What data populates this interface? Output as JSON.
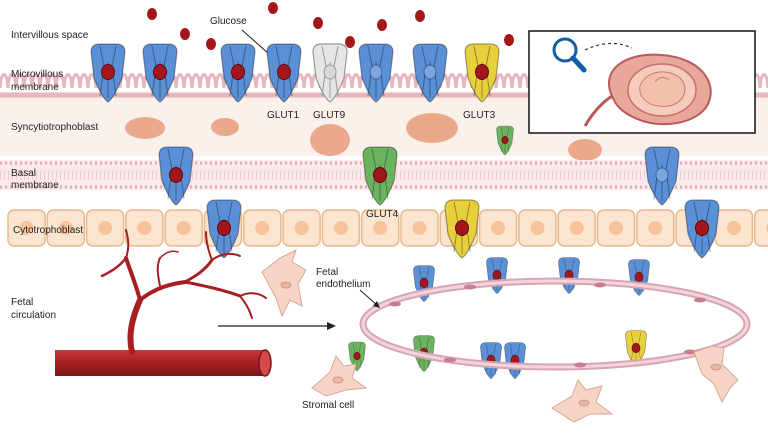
{
  "labels": {
    "intervillous_space": "Intervillous space",
    "microvillous_membrane_1": "Microvillous",
    "microvillous_membrane_2": "membrane",
    "syncytiotrophoblast": "Syncytiotrophoblast",
    "basal_membrane_1": "Basal",
    "basal_membrane_2": "membrane",
    "cytotrophoblast": "Cytotrophoblast",
    "fetal_circulation_1": "Fetal",
    "fetal_circulation_2": "circulation",
    "glucose": "Glucose",
    "glut1": "GLUT1",
    "glut9": "GLUT9",
    "glut3": "GLUT3",
    "glut4": "GLUT4",
    "fetal_endothelium_1": "Fetal",
    "fetal_endothelium_2": "endothelium",
    "stromal_cell": "Stromal cell"
  },
  "colors": {
    "glut1": "#5b8fd6",
    "glut9": "#e6e6e6",
    "glut3": "#e8cf3c",
    "glut4": "#6cb35f",
    "glucose": "#a3161c",
    "membrane": "#e8b6bd",
    "syncytio_nucleus": "#eaa98a",
    "cyto_cell": "#fbe5cf",
    "vessel": "#a61e22",
    "stromal": "#f7d5c6"
  },
  "icons": {
    "inset": "magnifier-pregnancy-icon"
  }
}
